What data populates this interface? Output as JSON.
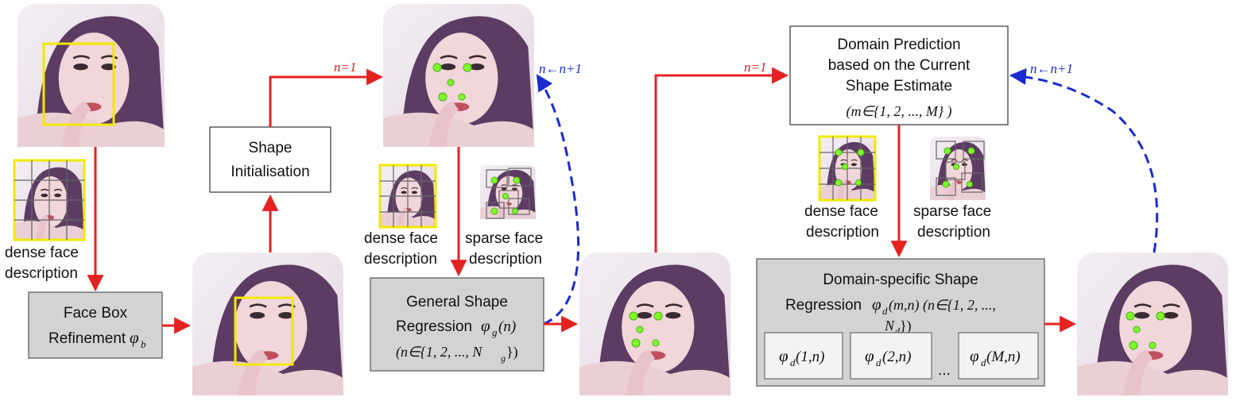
{
  "labels": {
    "dense_face_description_1a": "dense face",
    "dense_face_description_1b": "description",
    "face_box_refinement_line1": "Face Box",
    "face_box_refinement_line2": "Refinement",
    "phi_b": "φ",
    "phi_b_sub": "b",
    "shape_init_line1": "Shape",
    "shape_init_line2": "Initialisation",
    "n1_left": "n=1",
    "n_incr_left": "n←n+1",
    "dense_face_description_2a": "dense face",
    "dense_face_description_2b": "description",
    "sparse_face_description_2a": "sparse face",
    "sparse_face_description_2b": "description",
    "general_shape_line1": "General Shape",
    "general_shape_line2": "Regression",
    "phi_g": "φ",
    "phi_g_sub": "g",
    "phi_g_arg": "(n)",
    "general_range": "(n∈{1, 2, ..., N",
    "general_range_sub": "g",
    "general_range_end": "})",
    "n1_right": "n=1",
    "n_incr_right": "n←n+1",
    "domain_pred_line1": "Domain Prediction",
    "domain_pred_line2": "based on the Current",
    "domain_pred_line3": "Shape Estimate",
    "domain_pred_line4": "(m∈{1, 2, ..., M} )",
    "dense_face_description_3a": "dense face",
    "dense_face_description_3b": "description",
    "sparse_face_description_3a": "sparse face",
    "sparse_face_description_3b": "description",
    "domain_specific_line1": "Domain-specific Shape",
    "domain_specific_line2": "Regression",
    "phi_d": "φ",
    "phi_d_sub": "d",
    "phi_d_arg": "(m,n) (n∈{1, 2, ...,",
    "domain_range_end": "N",
    "domain_range_end_sub": "d",
    "domain_range_close": "})",
    "sub1": "φ",
    "sub1_sub": "d",
    "sub1_arg": "(1,n)",
    "sub2": "φ",
    "sub2_sub": "d",
    "sub2_arg": "(2,n)",
    "ellipsis": "...",
    "subM": "φ",
    "subM_sub": "d",
    "subM_arg": "(M,n)"
  },
  "colors": {
    "arrow_red": "#e52222",
    "arrow_blue": "#1a2bd0",
    "box_gray": "#d3d3d3",
    "face_box_yellow": "#f2e800",
    "landmark_green": "#7dff2a"
  }
}
